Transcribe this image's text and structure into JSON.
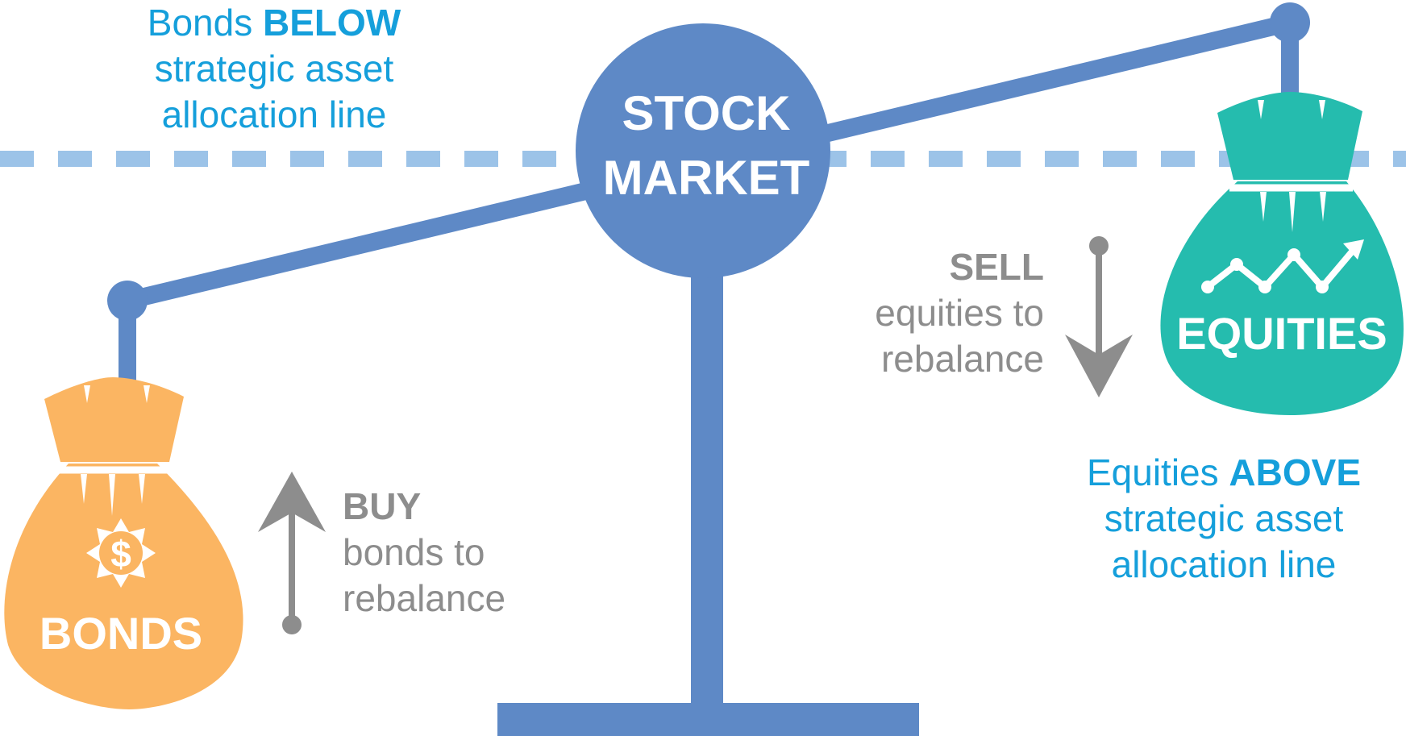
{
  "colors": {
    "beam": "#5e89c6",
    "dashed_line": "#9cc3e8",
    "bonds_bag": "#fbb562",
    "equities_bag": "#25bcae",
    "caption_blue": "#159fdb",
    "arrow_gray": "#8d8d8d",
    "bag_label": "#ffffff"
  },
  "icons": {
    "bonds": "dollar-badge-icon",
    "equities": "trend-up-icon",
    "buy_arrow": "arrow-up-icon",
    "sell_arrow": "arrow-down-icon"
  },
  "pivot": {
    "line1": "STOCK",
    "line2": "MARKET"
  },
  "bonds_bag": {
    "label": "BONDS",
    "symbol": "$"
  },
  "equities_bag": {
    "label": "EQUITIES"
  },
  "bonds_caption": {
    "prefix": "Bonds",
    "emphasis": "BELOW",
    "line2": "strategic asset",
    "line3": "allocation line"
  },
  "equities_caption": {
    "prefix": "Equities",
    "emphasis": "ABOVE",
    "line2": "strategic asset",
    "line3": "allocation line"
  },
  "buy_note": {
    "action": "BUY",
    "line2": "bonds to",
    "line3": "rebalance"
  },
  "sell_note": {
    "action": "SELL",
    "line2": "equities to",
    "line3": "rebalance"
  }
}
